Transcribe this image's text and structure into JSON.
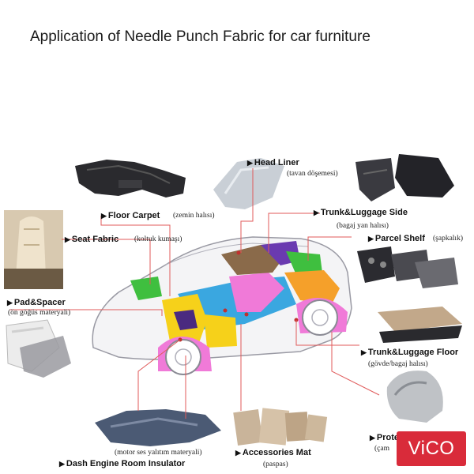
{
  "title": "Application of Needle Punch Fabric for car furniture",
  "labels": {
    "head_liner": "Head Liner",
    "head_liner_tr": "(tavan döşemesi)",
    "floor_carpet": "Floor Carpet",
    "floor_carpet_tr": "(zemin halısı)",
    "trunk_side": "Trunk&Luggage Side",
    "trunk_side_tr": "(bagaj yan halısı)",
    "seat_fabric": "Seat Fabric",
    "seat_fabric_tr": "(koltuk kumaşı)",
    "parcel_shelf": "Parcel Shelf",
    "parcel_shelf_tr": "(şapkalık)",
    "pad_spacer": "Pad&Spacer",
    "pad_spacer_tr": "(ön göğüs materyali)",
    "trunk_floor": "Trunk&Luggage Floor",
    "trunk_floor_tr": "(gövde/bagaj halısı)",
    "protector": "Protec",
    "protector_tr": "(çam",
    "dash_insulator": "Dash Engine Room Insulator",
    "dash_insulator_tr": "(motor ses yalıtım materyali)",
    "accessories_mat": "Accessories Mat",
    "accessories_mat_tr": "(paspas)"
  },
  "marker": "▶",
  "logo_text": "ViCO",
  "colors": {
    "leader_line": "#e05a5a",
    "logo_bg": "#d92b3a",
    "blue": "#3aa7e0",
    "yellow": "#f6d11a",
    "green": "#3fbf3f",
    "pink": "#f07ad8",
    "orange": "#f5a02a",
    "brown": "#8a6a4a",
    "purple": "#6a3ab0"
  }
}
